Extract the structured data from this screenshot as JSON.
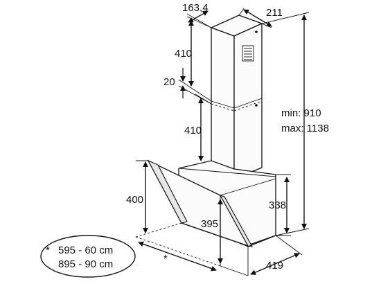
{
  "dimensions": {
    "chimney_depth": "163,4",
    "chimney_width": "211",
    "upper_chimney_height": "410",
    "overlap": "20",
    "lower_chimney_height": "410",
    "total_height_min": "min: 910",
    "total_height_max": "max: 1138",
    "canopy_height": "400",
    "glass_height": "395",
    "back_height": "338",
    "depth": "419",
    "width_marker": "*"
  },
  "legend": {
    "marker": "*",
    "line1": "595 - 60 cm",
    "line2": "895 - 90 cm"
  }
}
